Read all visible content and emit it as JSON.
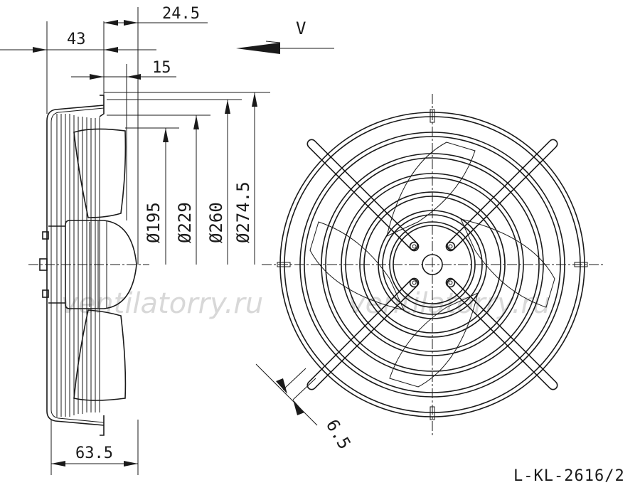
{
  "drawing": {
    "dimensions": {
      "d_24_5": "24.5",
      "d_43": "43",
      "d_15": "15",
      "d_195": "Ø195",
      "d_229": "Ø229",
      "d_260": "Ø260",
      "d_274_5": "Ø274.5",
      "d_63_5": "63.5",
      "d_6_5": "6.5"
    },
    "view_label": "V",
    "drawing_code": "L-KL-2616/2",
    "watermark": "ventilatorry.ru"
  }
}
